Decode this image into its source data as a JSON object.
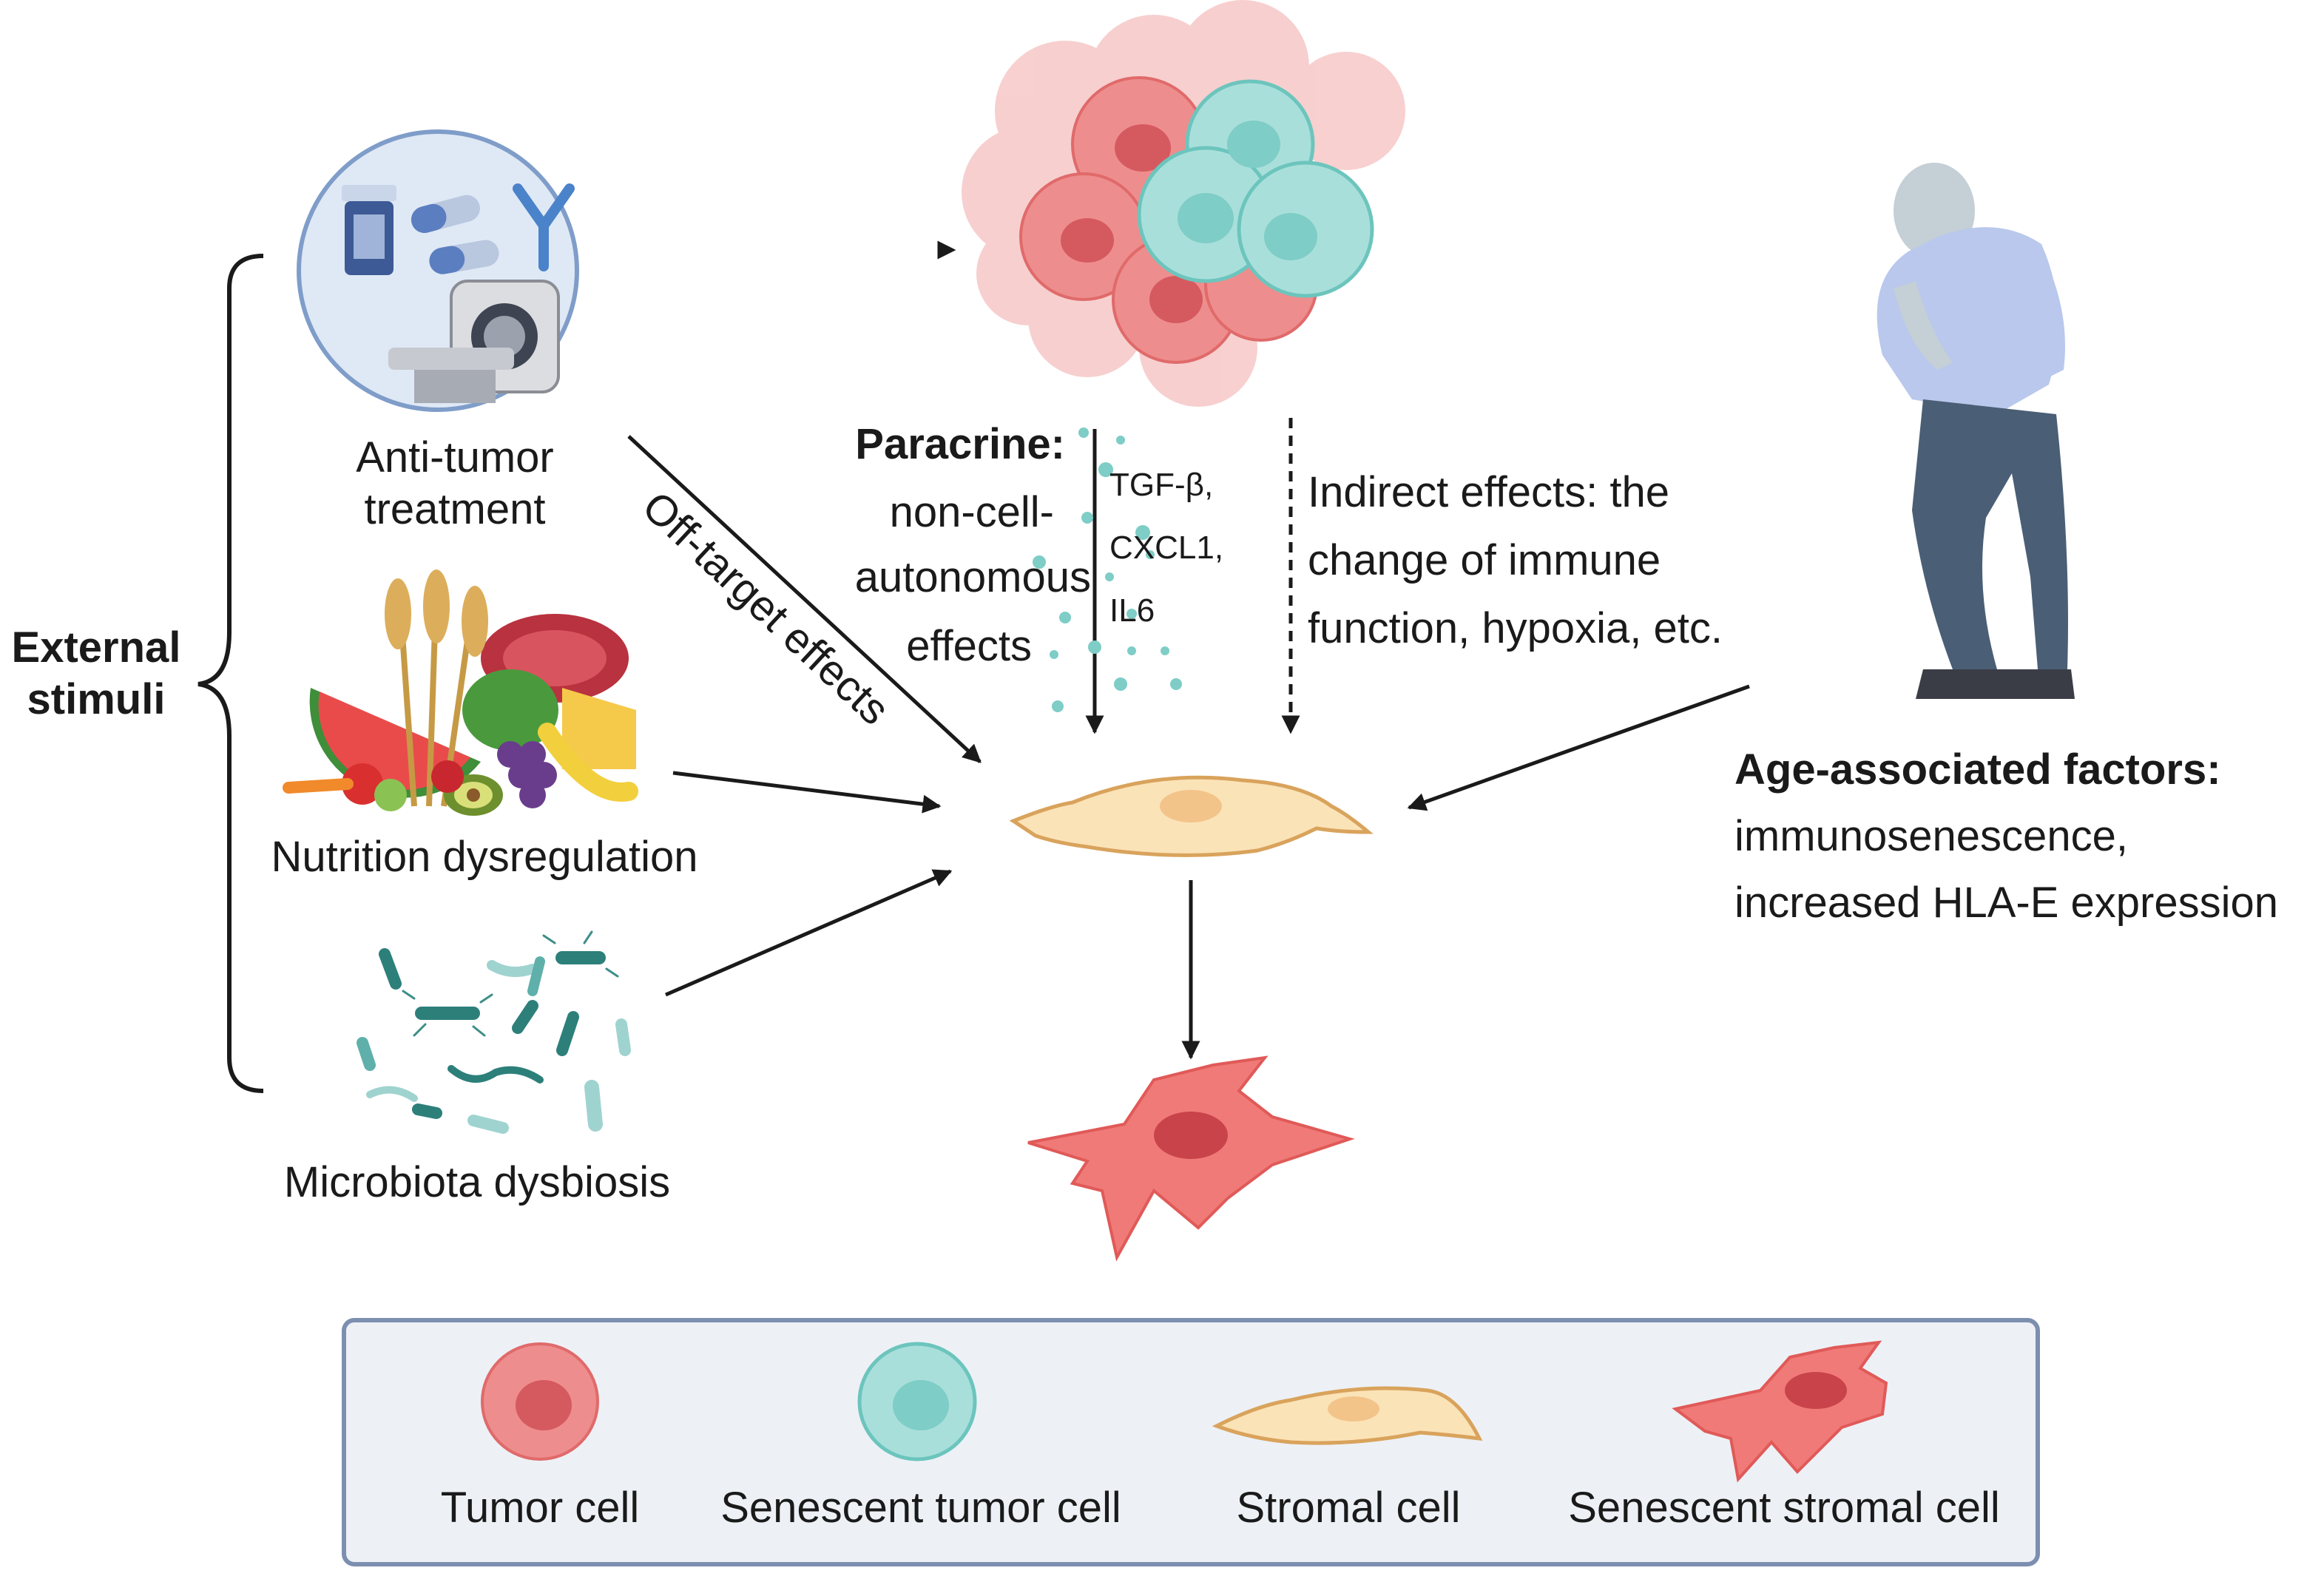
{
  "left": {
    "external_label_line1": "External",
    "external_label_line2": "stimuli",
    "anti_tumor_line1": "Anti-tumor",
    "anti_tumor_line2": "treatment",
    "nutrition": "Nutrition dysregulation",
    "microbiota": "Microbiota dysbiosis",
    "off_target": "Off-target effects"
  },
  "paracrine": {
    "title": "Paracrine:",
    "line1": "non-cell-",
    "line2": "autonomous",
    "line3": "effects",
    "factor1": "TGF-β,",
    "factor2": "CXCL1,",
    "factor3": "IL6"
  },
  "indirect": {
    "line1": "Indirect effects: the",
    "line2": "change of immune",
    "line3": "function, hypoxia, etc."
  },
  "age": {
    "title": "Age-associated factors:",
    "line1": "immunosenescence,",
    "line2": "increased HLA-E expression"
  },
  "legend": {
    "tumor_cell": "Tumor cell",
    "senescent_tumor_cell": "Senescent tumor cell",
    "stromal_cell": "Stromal cell",
    "senescent_stromal_cell": "Senescent stromal cell"
  },
  "colors": {
    "tumor": "#ec7b7b",
    "tumor_nucleus": "#d55a5f",
    "senescent_tumor": "#9fdad6",
    "senescent_nucleus": "#6cc5bd",
    "stromal": "#fbe3b8",
    "stromal_outline": "#d9a35c",
    "senescent_stromal": "#f07a78",
    "legend_bg": "#edf1f6",
    "legend_border": "#7d8fb0",
    "arrow": "#1a1a1a"
  }
}
